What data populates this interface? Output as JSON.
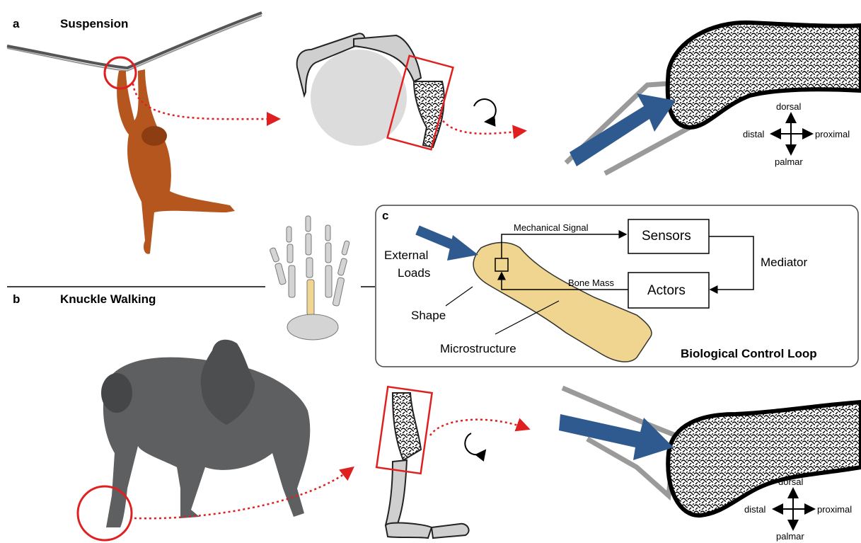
{
  "panel_a": {
    "letter": "a",
    "title": "Suspension"
  },
  "panel_b": {
    "letter": "b",
    "title": "Knuckle Walking"
  },
  "panel_c": {
    "letter": "c",
    "external_loads_line1": "External",
    "external_loads_line2": "Loads",
    "mechanical_signal": "Mechanical Signal",
    "sensors": "Sensors",
    "actors": "Actors",
    "mediator": "Mediator",
    "bone_mass": "Bone Mass",
    "shape": "Shape",
    "microstructure": "Microstructure",
    "loop_title": "Biological Control Loop"
  },
  "orientation_top": {
    "dorsal": "dorsal",
    "distal": "distal",
    "proximal": "proximal",
    "palmar": "palmar"
  },
  "orientation_bottom": {
    "dorsal": "dorsal",
    "distal": "distal",
    "proximal": "proximal",
    "palmar": "palmar"
  },
  "colors": {
    "highlight_red": "#e02020",
    "load_arrow_blue": "#2f5a8f",
    "bone_fill": "#f0d590",
    "bone_grey": "#cfcfcf",
    "orangutan": "#b5561f",
    "gorilla": "#5d5f61"
  },
  "icons": [
    "orangutan-photo",
    "gorilla-photo",
    "hand-skeleton",
    "bone-section",
    "rotation-icon"
  ]
}
